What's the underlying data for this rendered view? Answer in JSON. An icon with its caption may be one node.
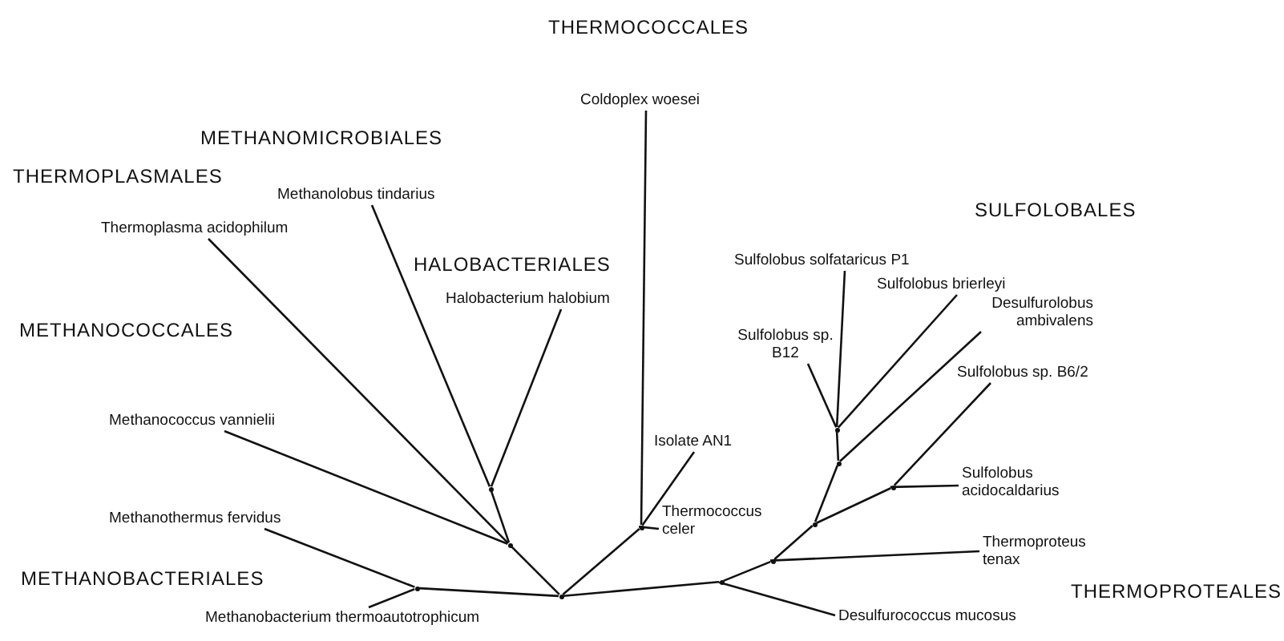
{
  "diagram": {
    "nodes": [
      {
        "text": [
          "Coldoplex woesei"
        ]
      },
      {
        "text": [
          "Methanolobus tindarius"
        ]
      },
      {
        "text": [
          "Thermoplasma acidophilum"
        ]
      },
      {
        "text": [
          "Halobacterium halobium"
        ]
      },
      {
        "text": [
          "Methanococcus vannielii"
        ]
      },
      {
        "text": [
          "Methanothermus fervidus"
        ]
      },
      {
        "text": [
          "Methanobacterium thermoautotrophicum"
        ]
      },
      {
        "text": [
          "Sulfolobus solfataricus P1"
        ]
      },
      {
        "text": [
          "Sulfolobus brierleyi"
        ]
      },
      {
        "text": [
          "Desulfurolobus ambivalens"
        ]
      },
      {
        "text": [
          "Sulfolobus sp. B12"
        ]
      },
      {
        "text": [
          "Sulfolobus sp. B6/2"
        ]
      },
      {
        "text": [
          "Isolate AN1"
        ]
      },
      {
        "text": [
          "Thermococcus celer"
        ]
      },
      {
        "text": [
          "Sulfolobus acidocaldarius"
        ]
      },
      {
        "text": [
          "Thermoproteus tenax"
        ]
      },
      {
        "text": [
          "Desulfurococcus mucosus"
        ]
      },
      {
        "text": [],
        "shape": "dot"
      },
      {
        "text": [],
        "shape": "dot"
      },
      {
        "text": [],
        "shape": "dot"
      },
      {
        "text": [],
        "shape": "dot"
      },
      {
        "text": [],
        "shape": "dot"
      },
      {
        "text": [],
        "shape": "dot"
      },
      {
        "text": [],
        "shape": "dot"
      },
      {
        "text": [],
        "shape": "dot"
      },
      {
        "text": [],
        "shape": "dot"
      },
      {
        "text": [],
        "shape": "dot"
      },
      {
        "text": [],
        "shape": "dot"
      }
    ],
    "edges": [
      {
        "from": 1,
        "to": 17,
        "arrow": "none"
      },
      {
        "from": 3,
        "to": 17,
        "arrow": "none"
      },
      {
        "from": 17,
        "to": 18,
        "arrow": "none"
      },
      {
        "from": 2,
        "to": 18,
        "arrow": "none"
      },
      {
        "from": 4,
        "to": 18,
        "arrow": "none"
      },
      {
        "from": 18,
        "to": 20,
        "arrow": "none"
      },
      {
        "from": 5,
        "to": 19,
        "arrow": "none"
      },
      {
        "from": 6,
        "to": 19,
        "arrow": "none"
      },
      {
        "from": 19,
        "to": 20,
        "arrow": "none"
      },
      {
        "from": 20,
        "to": 21,
        "arrow": "none"
      },
      {
        "from": 0,
        "to": 21,
        "arrow": "none"
      },
      {
        "from": 12,
        "to": 21,
        "arrow": "none"
      },
      {
        "from": 13,
        "to": 21,
        "arrow": "none"
      },
      {
        "from": 20,
        "to": 22,
        "arrow": "none"
      },
      {
        "from": 16,
        "to": 22,
        "arrow": "none"
      },
      {
        "from": 22,
        "to": 23,
        "arrow": "none"
      },
      {
        "from": 15,
        "to": 23,
        "arrow": "none"
      },
      {
        "from": 23,
        "to": 24,
        "arrow": "none"
      },
      {
        "from": 24,
        "to": 25,
        "arrow": "none"
      },
      {
        "from": 14,
        "to": 25,
        "arrow": "none"
      },
      {
        "from": 11,
        "to": 25,
        "arrow": "none"
      },
      {
        "from": 24,
        "to": 26,
        "arrow": "none"
      },
      {
        "from": 9,
        "to": 26,
        "arrow": "none"
      },
      {
        "from": 26,
        "to": 27,
        "arrow": "none"
      },
      {
        "from": 10,
        "to": 27,
        "arrow": "none"
      },
      {
        "from": 7,
        "to": 27,
        "arrow": "none"
      },
      {
        "from": 8,
        "to": 27,
        "arrow": "none"
      }
    ],
    "labels": [
      "THERMOCOCCALES",
      "METHANOMICROBIALES",
      "THERMOPLASMALES",
      "SULFOLOBALES",
      "HALOBACTERIALES",
      "METHANOCOCCALES",
      "METHANOBACTERIALES",
      "THERMOPROTEALES"
    ]
  }
}
